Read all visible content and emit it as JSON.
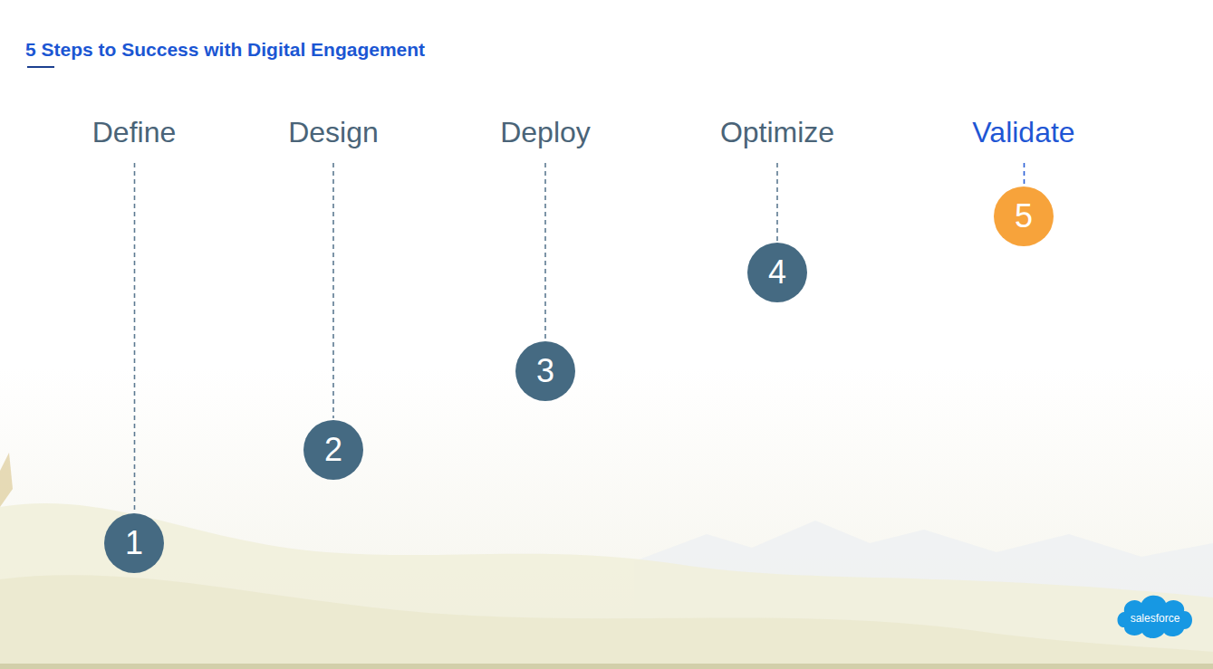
{
  "diagram": {
    "title": "5 Steps to Success with Digital Engagement",
    "nodes": [
      {
        "text": [
          "Define",
          "1"
        ]
      },
      {
        "text": [
          "Design",
          "2"
        ]
      },
      {
        "text": [
          "Deploy",
          "3"
        ]
      },
      {
        "text": [
          "Optimize",
          "4"
        ]
      },
      {
        "text": [
          "Validate",
          "5"
        ]
      }
    ],
    "labels": [
      "salesforce"
    ]
  }
}
